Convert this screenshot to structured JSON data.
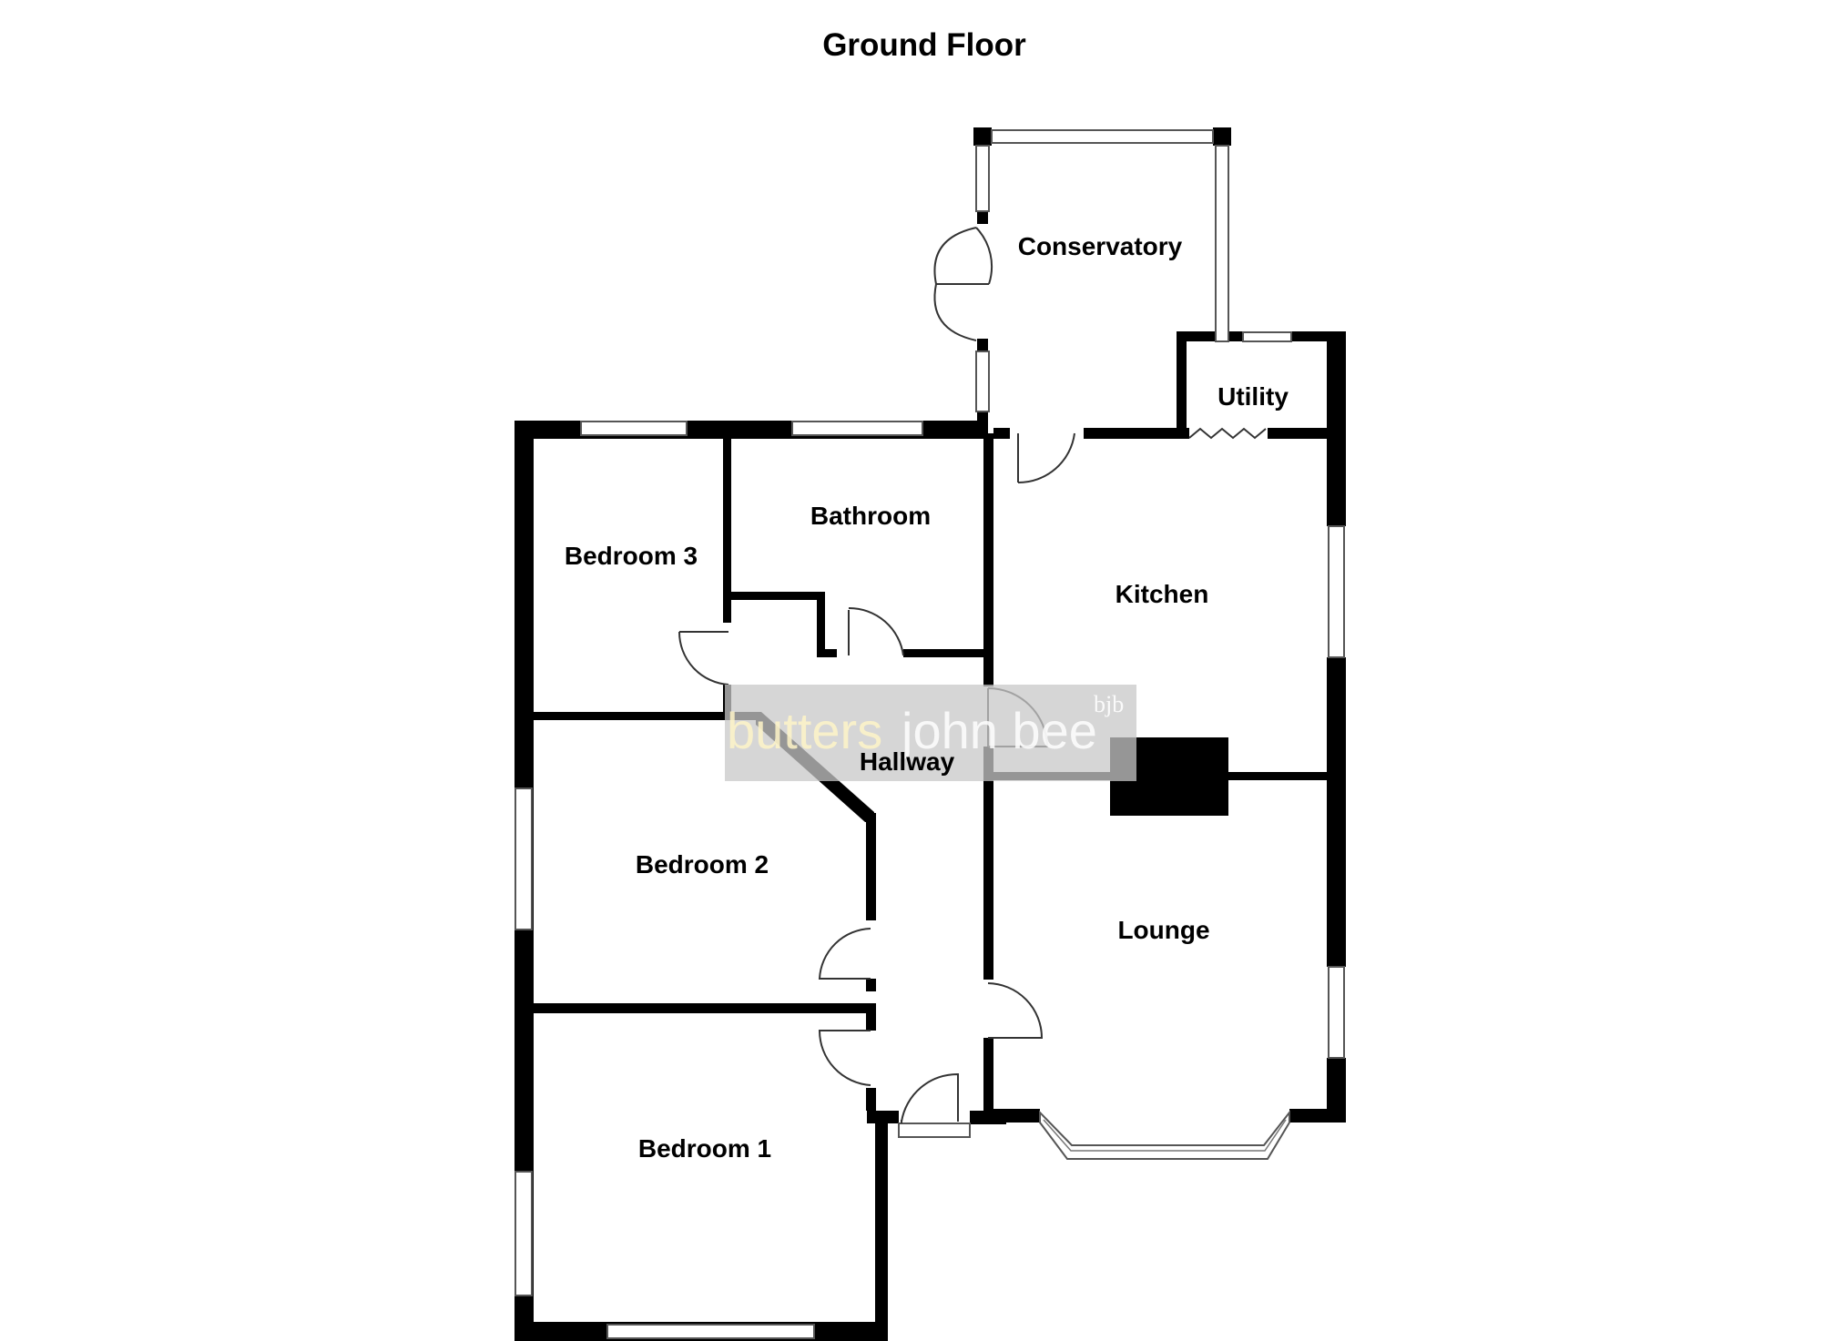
{
  "title": "Ground Floor",
  "rooms": {
    "conservatory": "Conservatory",
    "utility": "Utility",
    "bathroom": "Bathroom",
    "bedroom3": "Bedroom 3",
    "kitchen": "Kitchen",
    "hallway": "Hallway",
    "bedroom2": "Bedroom 2",
    "lounge": "Lounge",
    "bedroom1": "Bedroom 1"
  },
  "watermark": {
    "word1": "butters",
    "word2": "john bee",
    "monogram": "bjb",
    "word1_color": "#fff5c8",
    "word2_color": "#ffffff"
  }
}
